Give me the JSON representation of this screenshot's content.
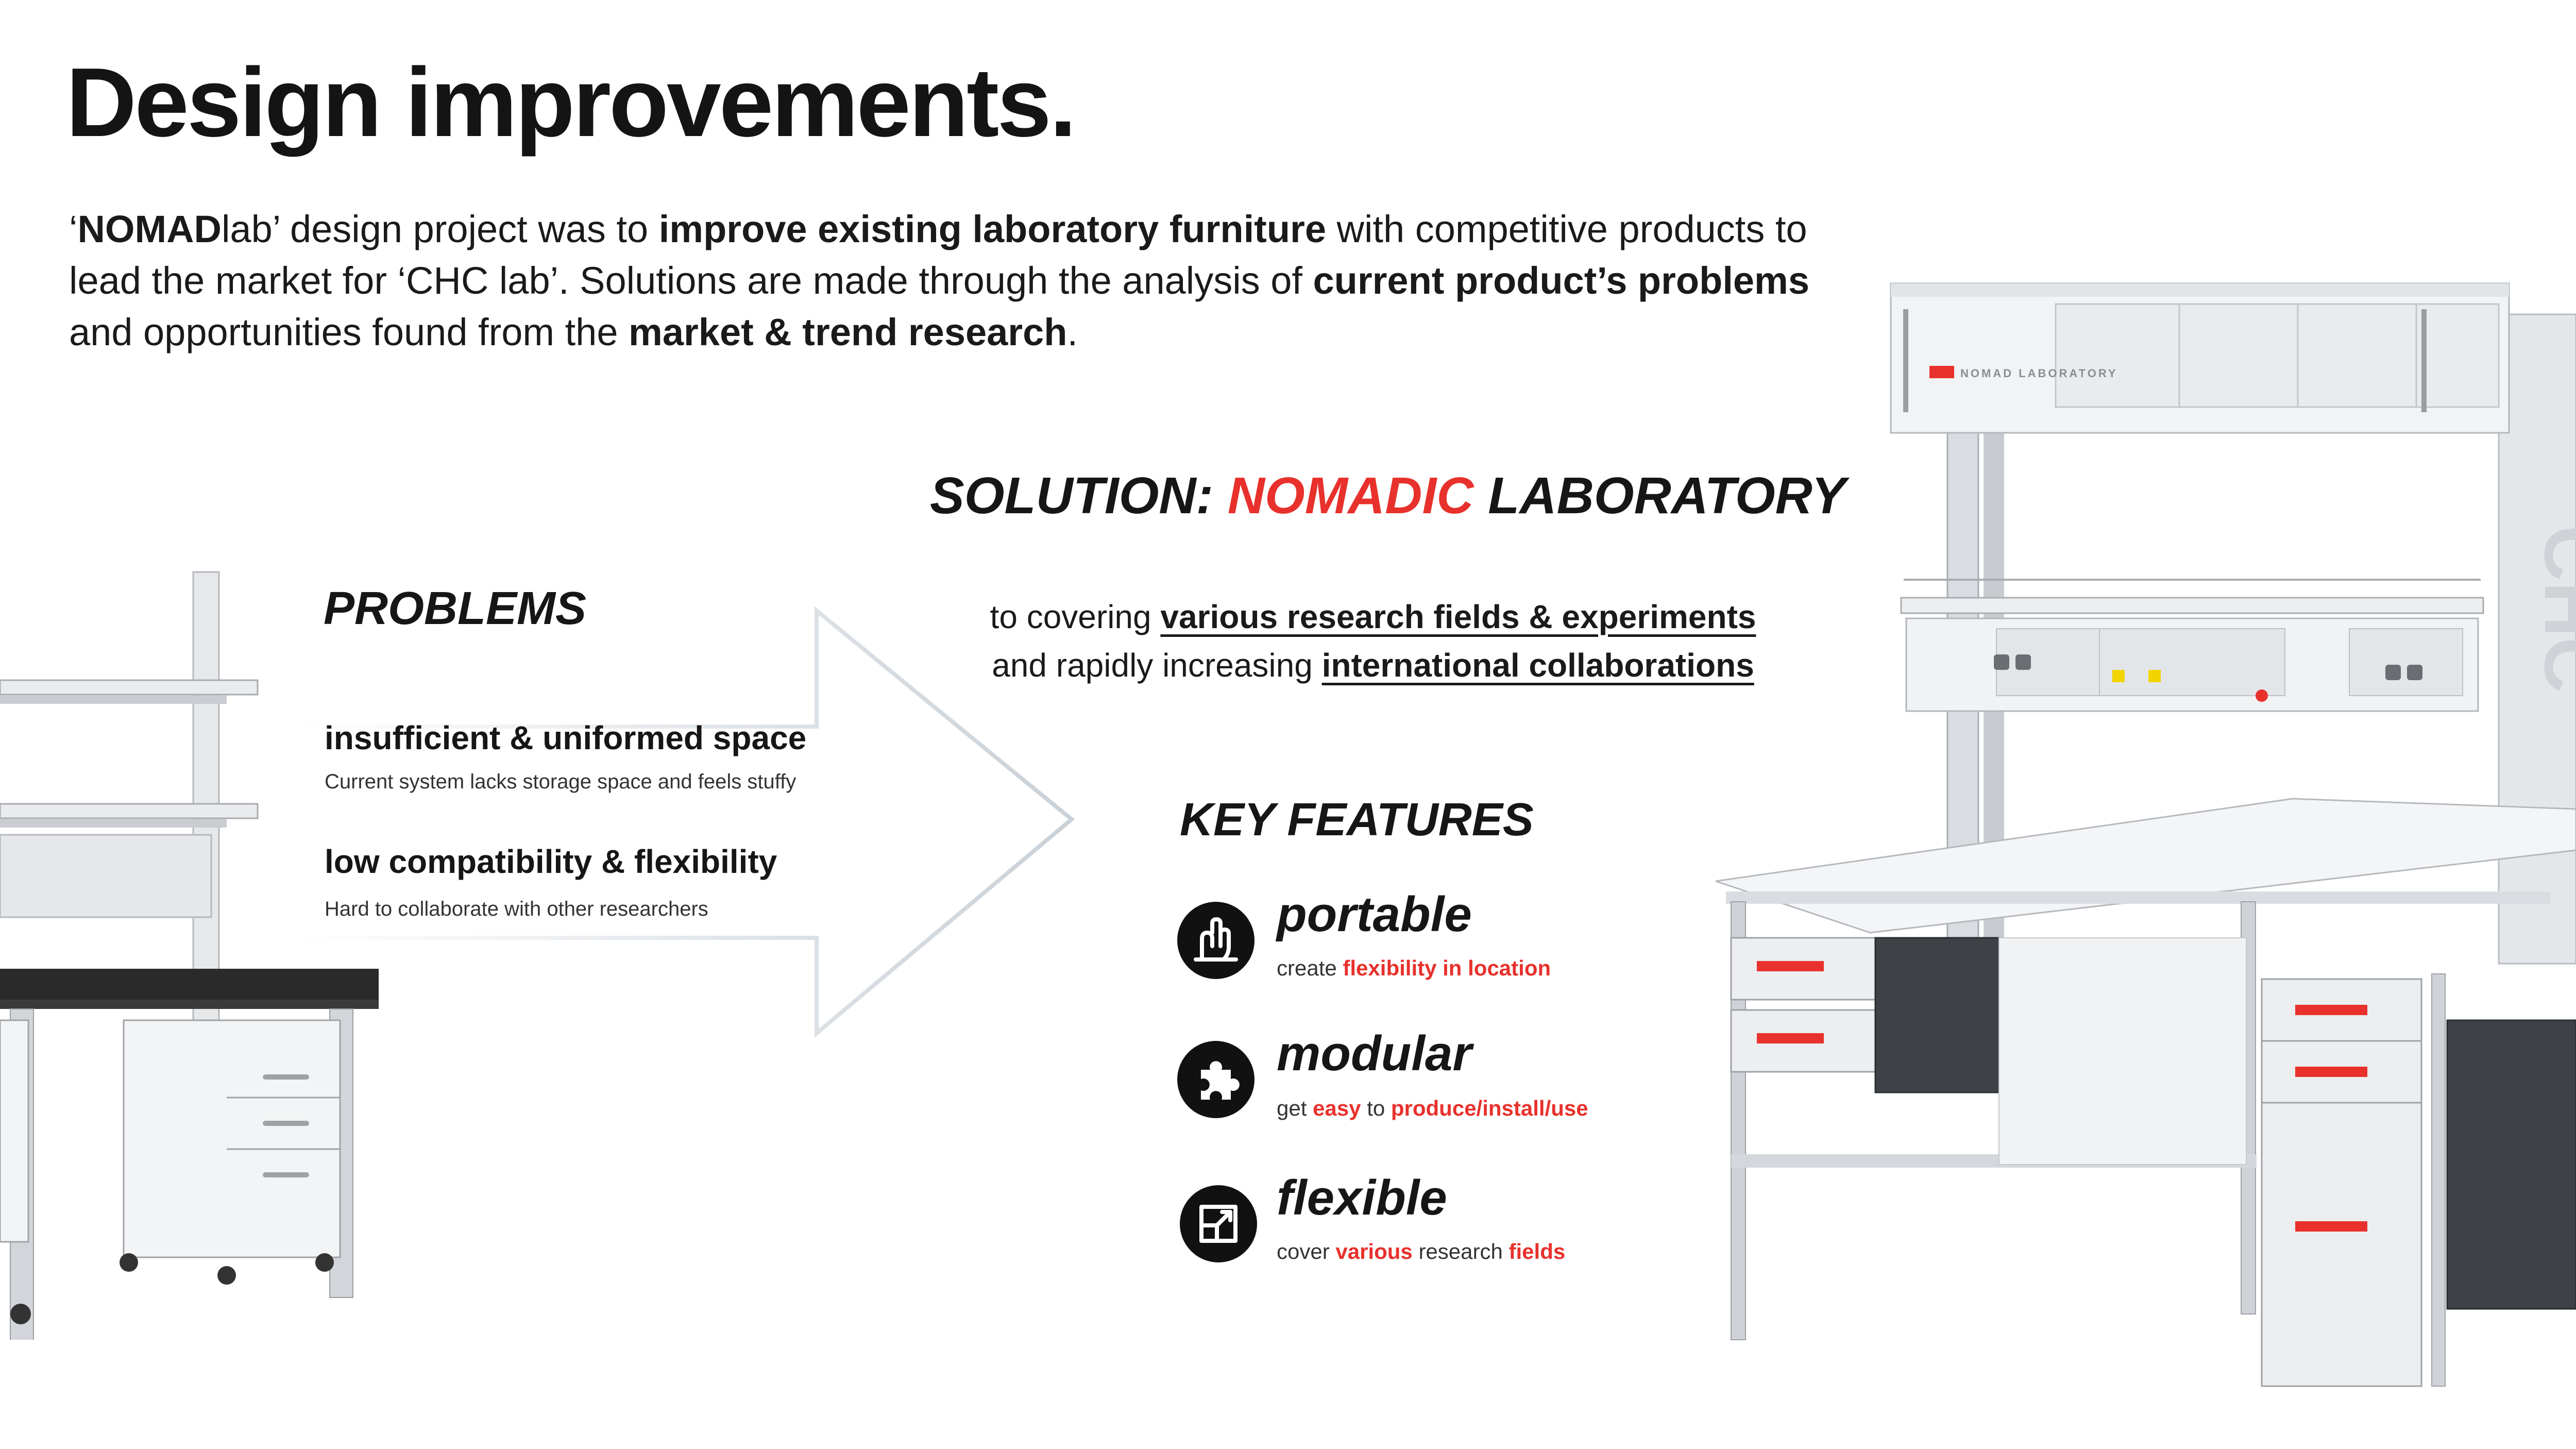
{
  "title": "Design improvements.",
  "intro": {
    "p1": "‘",
    "b1": "NOMAD",
    "p2": "lab’ design project was to ",
    "b2": "improve existing laboratory furniture",
    "p3": " with competitive products to lead the market for ‘CHC lab’. Solutions are made through the analysis of ",
    "b3": "current product’s problems",
    "p4": " and opportunities found from the ",
    "b4": "market & trend research",
    "p5": "."
  },
  "solution": {
    "label": "SOLUTION",
    "colon": ": ",
    "highlight": "NOMADIC",
    "rest": " LABORATORY",
    "line1_pre": "to covering ",
    "line1_link": "various research fields & experiments",
    "line2_pre": "and rapidly increasing ",
    "line2_link": "international collaborations"
  },
  "problems": {
    "heading": "PROBLEMS",
    "items": [
      {
        "title": "insufficient & uniformed space",
        "desc": "Current system lacks storage space and feels stuffy"
      },
      {
        "title": "low compatibility & flexibility",
        "desc": "Hard to collaborate with other researchers"
      }
    ]
  },
  "key_features": {
    "heading": "KEY FEATURES",
    "items": [
      {
        "icon": "hand-carry-icon",
        "name": "portable",
        "d1": "create ",
        "d2": "flexibility in location",
        "d3": "",
        "d4": "",
        "d5": "",
        "d6": ""
      },
      {
        "icon": "puzzle-piece-icon",
        "name": "modular",
        "d1": "get ",
        "d2": "easy",
        "d3": " to ",
        "d4": "produce/install/use",
        "d5": "",
        "d6": ""
      },
      {
        "icon": "expand-icon",
        "name": "flexible",
        "d1": "cover ",
        "d2": "various",
        "d3": " research ",
        "d4": "fields",
        "d5": "",
        "d6": ""
      }
    ]
  },
  "product_render": {
    "brand_text": "NOMAD LABORATORY",
    "logo_text": "CHC"
  },
  "colors": {
    "accent": "#e8312c",
    "text": "#161616",
    "frame": "#d5d9de",
    "worktop_old": "#2a2a2a"
  }
}
